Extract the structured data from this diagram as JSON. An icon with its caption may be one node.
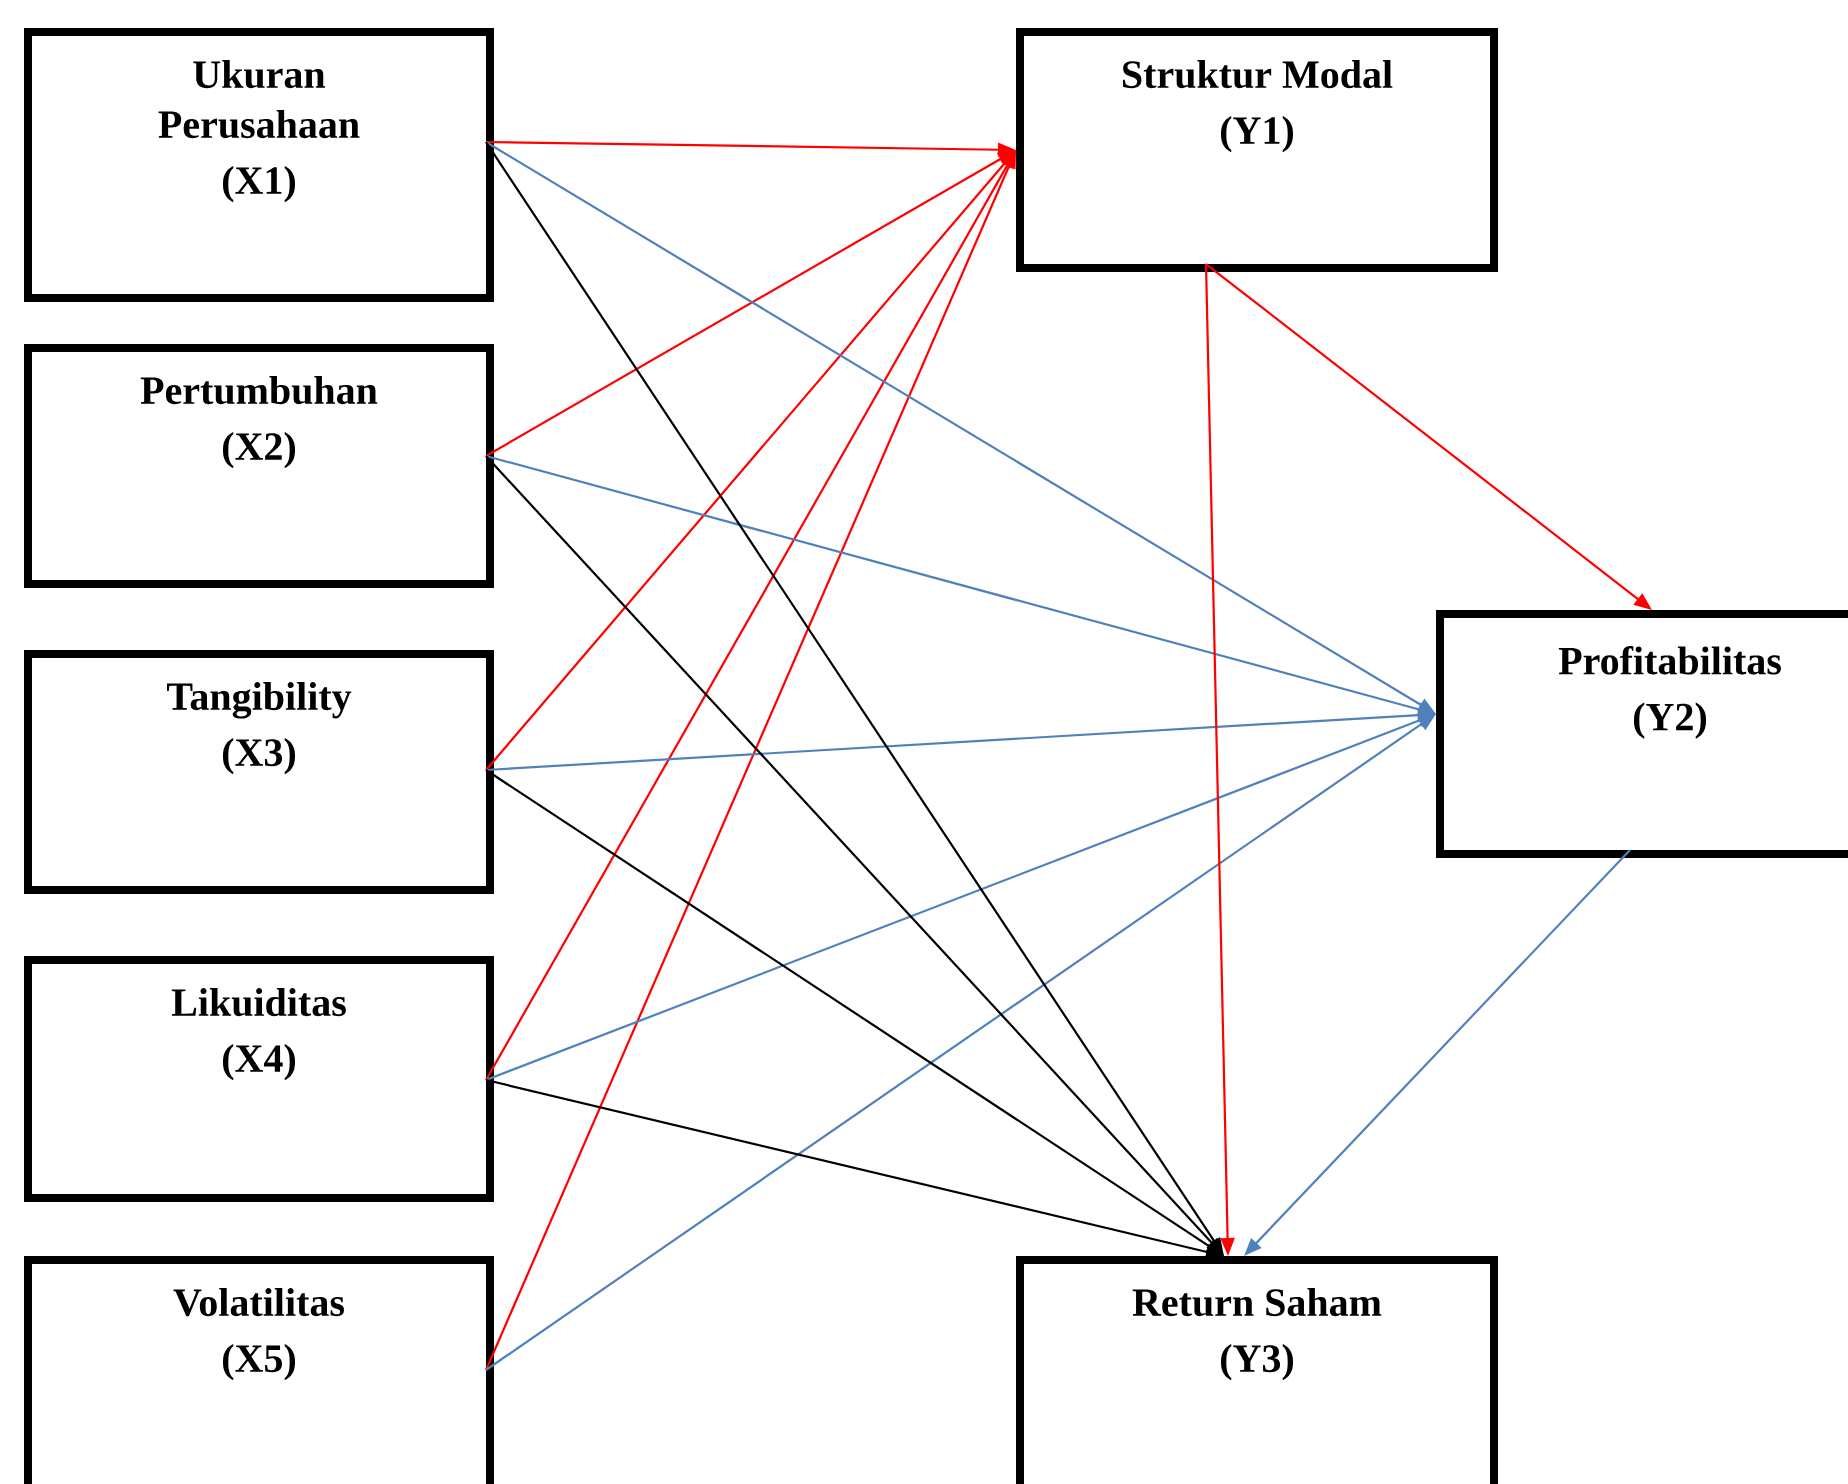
{
  "diagram": {
    "nodes": [
      {
        "text": [
          "Ukuran Perusahaan",
          "(X1)"
        ]
      },
      {
        "text": [
          "Pertumbuhan",
          "(X2)"
        ]
      },
      {
        "text": [
          "Tangibility",
          "(X3)"
        ]
      },
      {
        "text": [
          "Likuiditas",
          "(X4)"
        ]
      },
      {
        "text": [
          "Volatilitas",
          "(X5)"
        ]
      },
      {
        "text": [
          "Struktur Modal",
          "(Y1)"
        ]
      },
      {
        "text": [
          "Profitabilitas",
          "(Y2)"
        ]
      },
      {
        "text": [
          "Return Saham",
          "(Y3)"
        ]
      }
    ],
    "edges": [
      {
        "from": 0,
        "to": 5,
        "arrow": "to"
      },
      {
        "from": 1,
        "to": 5,
        "arrow": "to"
      },
      {
        "from": 2,
        "to": 5,
        "arrow": "to"
      },
      {
        "from": 3,
        "to": 5,
        "arrow": "to"
      },
      {
        "from": 4,
        "to": 5,
        "arrow": "to"
      },
      {
        "from": 0,
        "to": 6,
        "arrow": "to",
        "color": "#4f81bd"
      },
      {
        "from": 1,
        "to": 6,
        "arrow": "to",
        "color": "#4f81bd"
      },
      {
        "from": 2,
        "to": 6,
        "arrow": "to",
        "color": "#4f81bd"
      },
      {
        "from": 3,
        "to": 6,
        "arrow": "to",
        "color": "#4f81bd"
      },
      {
        "from": 4,
        "to": 6,
        "arrow": "to",
        "color": "#4f81bd"
      },
      {
        "from": 0,
        "to": 7,
        "arrow": "to",
        "color": "#000000"
      },
      {
        "from": 1,
        "to": 7,
        "arrow": "to",
        "color": "#000000"
      },
      {
        "from": 2,
        "to": 7,
        "arrow": "to",
        "color": "#000000"
      },
      {
        "from": 3,
        "to": 7,
        "arrow": "to",
        "color": "#000000"
      },
      {
        "from": 5,
        "to": 6,
        "arrow": "to"
      },
      {
        "from": 5,
        "to": 7,
        "arrow": "to"
      },
      {
        "from": 6,
        "to": 7,
        "arrow": "to",
        "color": "#4f81bd"
      }
    ]
  }
}
